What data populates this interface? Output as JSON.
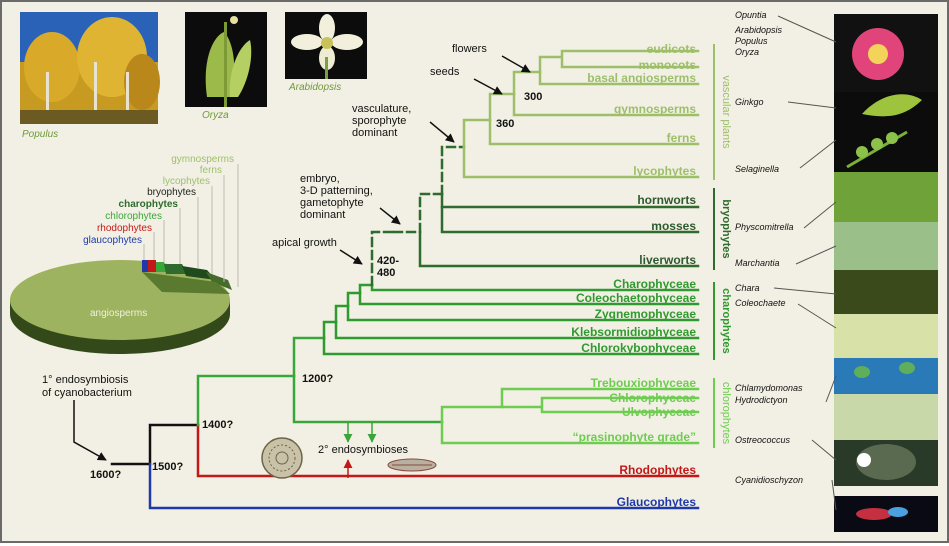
{
  "colors": {
    "background": "#f2f0e4",
    "land_plants_light": "#9dbf6a",
    "bryophytes_dark": "#2f6b2f",
    "green_algae": "#3aa63a",
    "rhodophytes": "#c41818",
    "glaucophytes": "#1f3aa8",
    "ancestor": "#111111"
  },
  "photos": {
    "populus": "Populus",
    "oryza": "Oryza",
    "arabidopsis": "Arabidopsis"
  },
  "pie": {
    "labels": [
      "gymnosperms",
      "ferns",
      "lycophytes",
      "bryophytes",
      "charophytes",
      "chlorophytes",
      "rhodophytes",
      "glaucophytes"
    ],
    "main": "angiosperms"
  },
  "clades": {
    "eudicots": "eudicots",
    "monocots": "monocots",
    "basal_angiosperms": "basal angiosperms",
    "gymnosperms": "gymnosperms",
    "ferns": "ferns",
    "lycophytes": "lycophytes",
    "hornworts": "hornworts",
    "mosses": "mosses",
    "liverworts": "liverworts",
    "charophyceae": "Charophyceae",
    "coleochaetophyceae": "Coleochaetophyceae",
    "zygnemophyceae": "Zygnemophyceae",
    "klebsormidiophyceae": "Klebsormidiophyceae",
    "chlorokybophyceae": "Chlorokybophyceae",
    "trebouxiophyceae": "Trebouxiophyceae",
    "chlorophyceae": "Chlorophyceae",
    "ulvophyceae": "Ulvophyceae",
    "prasinophyte": "“prasinophyte grade”",
    "rhodophytes": "Rhodophytes",
    "glaucophytes": "Glaucophytes"
  },
  "groups": {
    "vascular": "vascular plants",
    "bryophytes": "bryophytes",
    "charophytes": "charophytes",
    "chlorophytes": "chlorophytes"
  },
  "events": {
    "flowers": "flowers",
    "seeds": "seeds",
    "vasc1": "vasculature,",
    "vasc2": "sporophyte",
    "vasc3": "dominant",
    "emb1": "embryo,",
    "emb2": "3-D patterning,",
    "emb3": "gametophyte",
    "emb4": "dominant",
    "apical": "apical growth",
    "endo1": "1° endosymbiosis",
    "endo2": "of cyanobacterium",
    "endo_secondary": "2° endosymbioses"
  },
  "dates": {
    "d300": "300",
    "d360": "360",
    "d420a": "420-",
    "d420b": "480",
    "d1200": "1200?",
    "d1400": "1400?",
    "d1500": "1500?",
    "d1600": "1600?"
  },
  "species": {
    "opuntia": "Opuntia",
    "arabidopsis": "Arabidopsis",
    "populus": "Populus",
    "oryza": "Oryza",
    "ginkgo": "Ginkgo",
    "selaginella": "Selaginella",
    "physcomitrella": "Physcomitrella",
    "marchantia": "Marchantia",
    "chara": "Chara",
    "coleochaete": "Coleochaete",
    "chlamydomonas": "Chlamydomonas",
    "hydrodictyon": "Hydrodictyon",
    "ostreococcus": "Ostreococcus",
    "cyanidioschyzon": "Cyanidioschyzon"
  }
}
